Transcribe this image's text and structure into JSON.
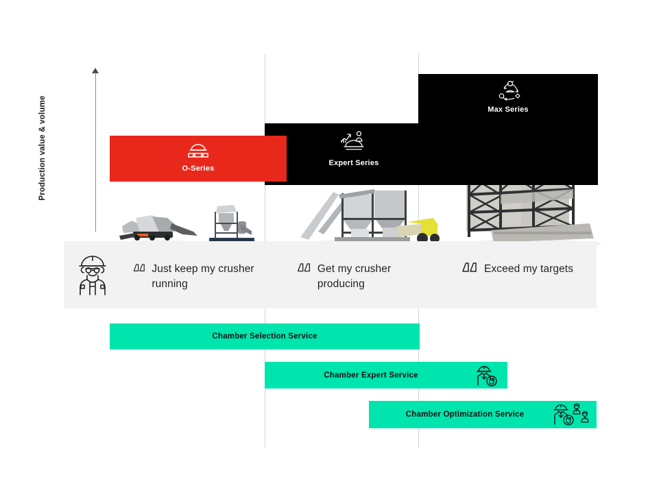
{
  "axis": {
    "label": "Production value & volume"
  },
  "tiers": [
    {
      "id": "o-series",
      "label": "O-Series",
      "icon": "mobile-crusher-icon",
      "color": "#E8281B"
    },
    {
      "id": "expert-series",
      "label": "Expert Series",
      "icon": "crusher-chart-person-icon",
      "color": "#000000"
    },
    {
      "id": "max-series",
      "label": "Max Series",
      "icon": "crusher-lifecycle-cycle-icon",
      "color": "#000000"
    }
  ],
  "personas": [
    {
      "id": "persona-1",
      "quote": "Just keep my crusher running",
      "icon": "quote-icon"
    },
    {
      "id": "persona-2",
      "quote": "Get my crusher producing",
      "icon": "quote-icon"
    },
    {
      "id": "persona-3",
      "quote": "Exceed my targets",
      "icon": "quote-icon"
    }
  ],
  "persona_band": {
    "worker_icon": "worker-hardhat-icon",
    "background": "#f2f2f2"
  },
  "services": [
    {
      "id": "chamber-selection",
      "label": "Chamber Selection Service",
      "icon": null,
      "color": "#00E5AE"
    },
    {
      "id": "chamber-expert",
      "label": "Chamber Expert Service",
      "icon": "expert-person-icon",
      "color": "#00E5AE"
    },
    {
      "id": "chamber-optimization",
      "label": "Chamber Optimization Service",
      "icon": "expert-team-icon",
      "color": "#00E5AE"
    }
  ],
  "equipment": [
    {
      "id": "mobile-crusher",
      "alt": "tracked mobile jaw crusher"
    },
    {
      "id": "small-stationary-plant",
      "alt": "small stationary crushing plant"
    },
    {
      "id": "mid-crushing-plant",
      "alt": "mid-size modular crushing plant with wheel loader"
    },
    {
      "id": "large-crushing-plant",
      "alt": "large multi-level stationary crushing plant"
    }
  ],
  "colors": {
    "red": "#E8281B",
    "black": "#000000",
    "green": "#00E5AE",
    "band_grey": "#f2f2f2",
    "divider_grey": "#d3d3d3"
  }
}
